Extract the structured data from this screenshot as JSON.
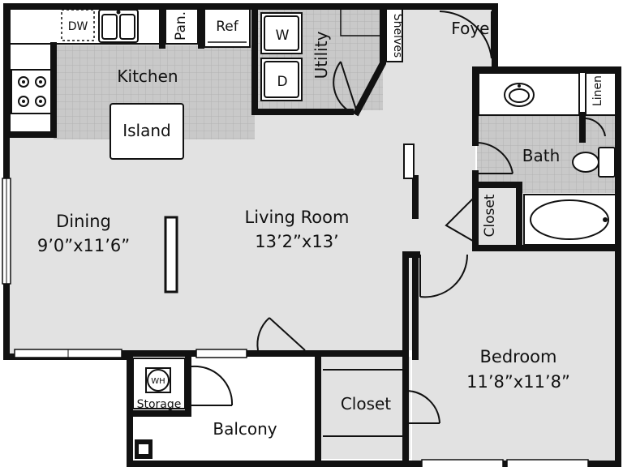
{
  "colors": {
    "floor": "#e2e2e2",
    "tile": "#c9c9c9",
    "wall": "#111111",
    "fixture": "#ffffff",
    "exterior": "#ffffff"
  },
  "rooms": {
    "kitchen": {
      "label": "Kitchen"
    },
    "island": {
      "label": "Island"
    },
    "dining": {
      "label": "Dining",
      "size": "9’0”x11’6”"
    },
    "living": {
      "label": "Living Room",
      "size": "13’2”x13’"
    },
    "utility": {
      "label": "Utility"
    },
    "foyer": {
      "label": "Foyer"
    },
    "bath": {
      "label": "Bath"
    },
    "linen": {
      "label": "Linen"
    },
    "closet_hall": {
      "label": "Closet"
    },
    "bedroom": {
      "label": "Bedroom",
      "size": "11’8”x11’8”"
    },
    "closet_bed": {
      "label": "Closet"
    },
    "balcony": {
      "label": "Balcony"
    },
    "storage": {
      "label": "Storage"
    }
  },
  "fixtures": {
    "dw": "DW",
    "pantry": "Pan.",
    "ref": "Ref",
    "washer": "W",
    "dryer": "D",
    "shelves": "Shelves",
    "water_heater": "WH"
  },
  "icons": [
    "sink-icon",
    "stove-icon",
    "washer-icon",
    "dryer-icon",
    "bathroom-sink-icon",
    "toilet-icon",
    "bathtub-icon",
    "water-heater-icon",
    "door-swing-icon",
    "window-icon"
  ]
}
